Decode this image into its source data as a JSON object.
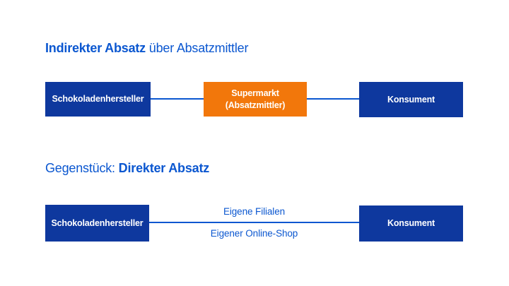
{
  "colors": {
    "box_navy": "#0e389e",
    "box_orange": "#f2770b",
    "accent_blue": "#0b57d0",
    "box_text": "#ffffff",
    "background": "#ffffff"
  },
  "sections": {
    "indirect": {
      "title": {
        "bold": "Indirekter Absatz",
        "regular": " über Absatzmittler"
      },
      "producer_label": "Schokoladenhersteller",
      "intermediary_label_line1": "Supermarkt",
      "intermediary_label_line2": "(Absatzmittler)",
      "consumer_label": "Konsument"
    },
    "direct": {
      "title": {
        "regular": "Gegenstück: ",
        "bold": "Direkter Absatz"
      },
      "producer_label": "Schokoladenhersteller",
      "consumer_label": "Konsument",
      "channel_top_label": "Eigene Filialen",
      "channel_bottom_label": "Eigener Online-Shop"
    }
  }
}
